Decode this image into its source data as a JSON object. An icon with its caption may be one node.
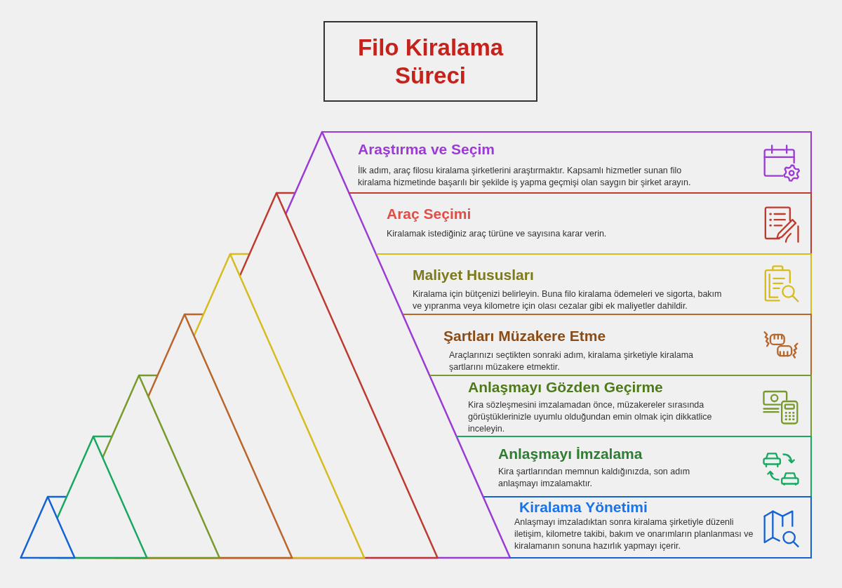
{
  "diagram": {
    "title": "Filo Kiralama Süreci",
    "nodes": [
      {
        "text": [
          "Araştırma ve Seçim",
          "İlk adım, araç filosu kiralama şirketlerini araştırmaktır. Kapsamlı hizmetler sunan filo kiralama hizmetinde başarılı bir şekilde iş yapma geçmişi olan saygın bir şirket arayın."
        ]
      },
      {
        "text": [
          "Araç Seçimi",
          "Kiralamak istediğiniz araç türüne ve sayısına karar verin."
        ]
      },
      {
        "text": [
          "Maliyet Hususları",
          "Kiralama için bütçenizi belirleyin. Buna filo kiralama ödemeleri ve sigorta, bakım ve yıpranma veya kilometre için olası cezalar gibi ek maliyetler dahildir."
        ]
      },
      {
        "text": [
          "Şartları Müzakere Etme",
          "Araçlarınızı seçtikten sonraki adım, kiralama şirketiyle kiralama şartlarını müzakere etmektir."
        ]
      },
      {
        "text": [
          "Anlaşmayı Gözden Geçirme",
          "Kira sözleşmesini imzalamadan önce, müzakereler sırasında görüştüklerinizle uyumlu olduğundan emin olmak için dikkatlice inceleyin."
        ]
      },
      {
        "text": [
          "Anlaşmayı İmzalama",
          "Kira şartlarından memnun kaldığınızda, son adım anlaşmayı imzalamaktır."
        ]
      },
      {
        "text": [
          "Kiralama Yönetimi",
          "Anlaşmayı imzaladıktan sonra kiralama şirketiyle düzenli iletişim, kilometre takibi, bakım ve onarımların planlanması ve kiralamanın sonuna hazırlık yapmayı içerir."
        ]
      }
    ]
  }
}
